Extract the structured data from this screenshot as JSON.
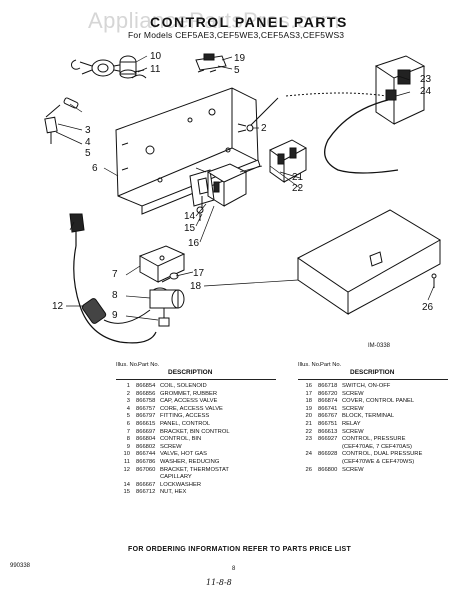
{
  "header": {
    "watermark": "AppliancePartsPros.com",
    "title": "CONTROL PANEL PARTS",
    "models": "For Models CEF5AE3,CEF5WE3,CEF5AS3,CEF5WS3"
  },
  "diagram": {
    "figure_code": "IM-0338",
    "callouts": {
      "n10": "10",
      "n11": "11",
      "n19": "19",
      "n5a": "5",
      "n2": "2",
      "n3": "3",
      "n4": "4",
      "n5b": "5",
      "n6": "6",
      "n23": "23",
      "n24": "24",
      "n21": "21",
      "n22": "22",
      "n14": "14",
      "n15": "15",
      "n16": "16",
      "n7": "7",
      "n17": "17",
      "n18": "18",
      "n8": "8",
      "n9": "9",
      "n12": "12",
      "n26": "26"
    }
  },
  "table": {
    "headers": {
      "illus": "Illus. No.",
      "part": "Part No.",
      "description": "DESCRIPTION"
    },
    "left": [
      {
        "no": "1",
        "part": "866854",
        "desc": "COIL, SOLENOID"
      },
      {
        "no": "2",
        "part": "866856",
        "desc": "GROMMET, RUBBER"
      },
      {
        "no": "3",
        "part": "866758",
        "desc": "CAP, ACCESS VALVE"
      },
      {
        "no": "4",
        "part": "866757",
        "desc": "CORE, ACCESS VALVE"
      },
      {
        "no": "5",
        "part": "866797",
        "desc": "FITTING, ACCESS"
      },
      {
        "no": "6",
        "part": "866615",
        "desc": "PANEL, CONTROL"
      },
      {
        "no": "7",
        "part": "866697",
        "desc": "BRACKET, BIN CONTROL"
      },
      {
        "no": "8",
        "part": "866804",
        "desc": "CONTROL, BIN"
      },
      {
        "no": "9",
        "part": "866802",
        "desc": "SCREW"
      },
      {
        "no": "10",
        "part": "866744",
        "desc": "VALVE, HOT GAS"
      },
      {
        "no": "11",
        "part": "866786",
        "desc": "WASHER, REDUCING"
      },
      {
        "no": "12",
        "part": "867060",
        "desc": "BRACKET, THERMOSTAT"
      },
      {
        "no": "",
        "part": "",
        "desc": "CAPILLARY"
      },
      {
        "no": "14",
        "part": "866667",
        "desc": "LOCKWASHER"
      },
      {
        "no": "15",
        "part": "866712",
        "desc": "NUT, HEX"
      }
    ],
    "right": [
      {
        "no": "16",
        "part": "866718",
        "desc": "SWITCH, ON-OFF"
      },
      {
        "no": "17",
        "part": "866720",
        "desc": "SCREW"
      },
      {
        "no": "18",
        "part": "866874",
        "desc": "COVER, CONTROL PANEL"
      },
      {
        "no": "19",
        "part": "866741",
        "desc": "SCREW"
      },
      {
        "no": "20",
        "part": "866767",
        "desc": "BLOCK, TERMINAL"
      },
      {
        "no": "21",
        "part": "866751",
        "desc": "RELAY"
      },
      {
        "no": "22",
        "part": "866613",
        "desc": "SCREW"
      },
      {
        "no": "23",
        "part": "866927",
        "desc": "CONTROL, PRESSURE"
      },
      {
        "no": "",
        "part": "",
        "desc": "(CEF470AE, 7 CEF470AS)"
      },
      {
        "no": "24",
        "part": "866928",
        "desc": "CONTROL, DUAL PRESSURE"
      },
      {
        "no": "",
        "part": "",
        "desc": "(CEF470WE & CEF470WS)"
      },
      {
        "no": "26",
        "part": "866800",
        "desc": "SCREW"
      }
    ]
  },
  "footer": {
    "note": "FOR ORDERING INFORMATION REFER TO PARTS PRICE LIST",
    "page": "8",
    "doc_code": "990338",
    "handwriting": "11-8-8"
  }
}
